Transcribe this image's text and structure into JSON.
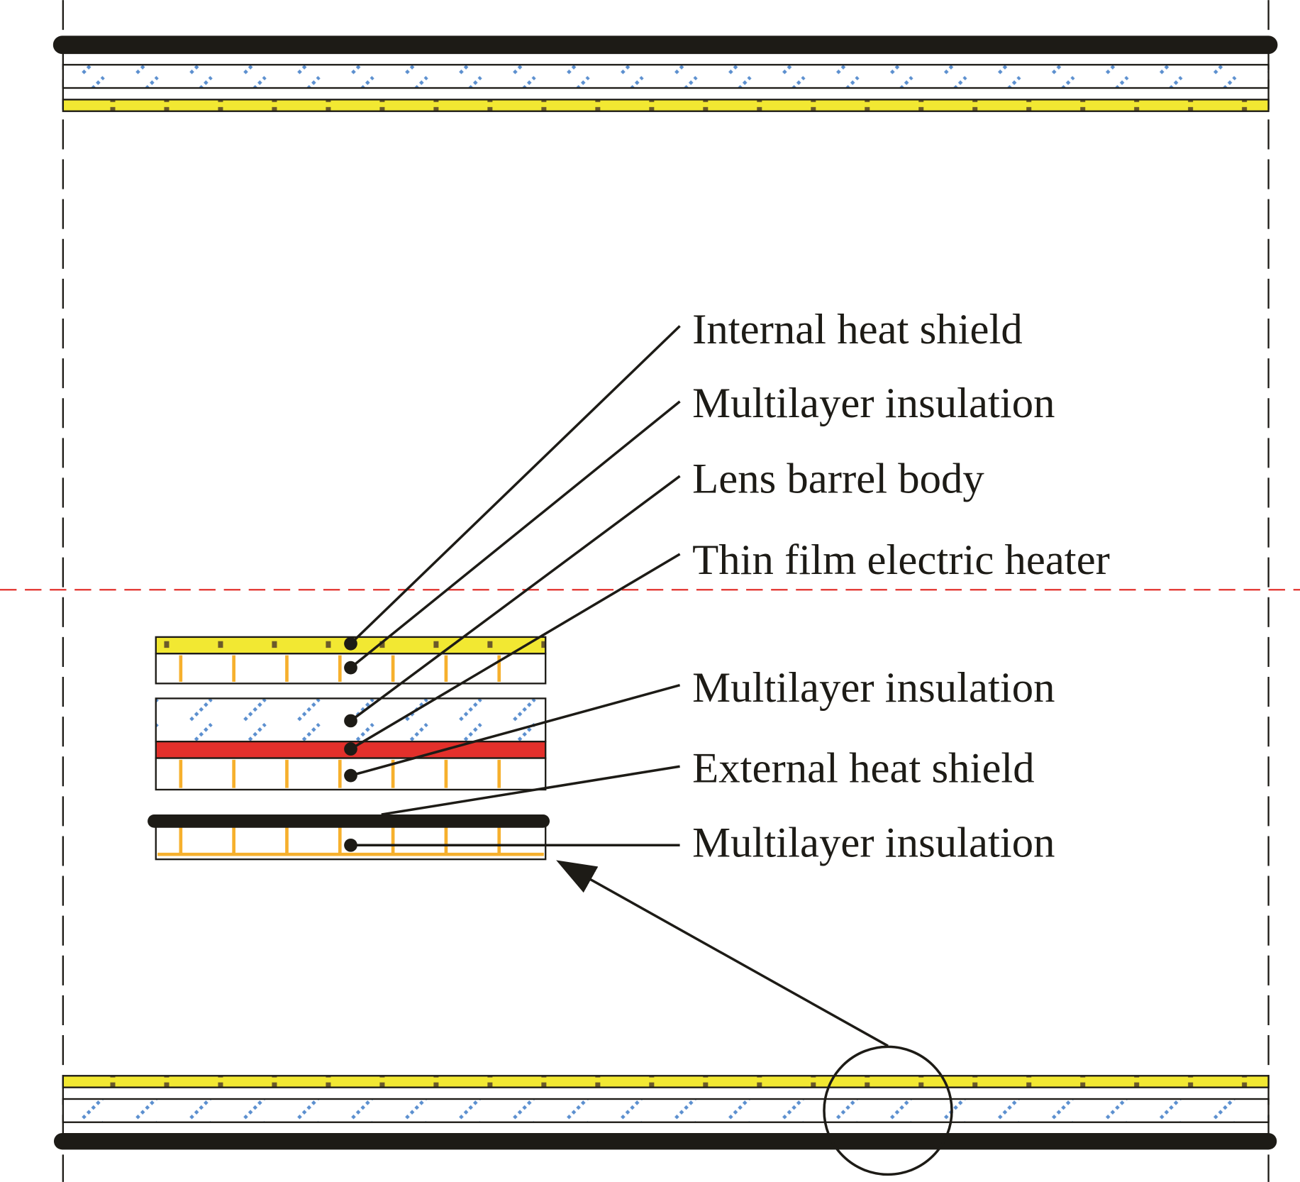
{
  "diagram": {
    "title": "Lens barrel thermal control layers (cross-section)",
    "labels": {
      "internal_heat_shield": "Internal heat shield",
      "mli_1": "Multilayer insulation",
      "lens_barrel_body": "Lens barrel body",
      "thin_film_heater": "Thin film electric heater",
      "mli_2": "Multilayer insulation",
      "external_heat_shield": "External heat shield",
      "mli_3": "Multilayer insulation"
    },
    "colors": {
      "internal_heat_shield": "#f2e832",
      "heater": "#e3302b",
      "mli": "#f6b02d",
      "barrel_hatch": "#5b8fcf",
      "external_heat_shield": "#1d1b16",
      "axis_line": "#e3302b"
    }
  }
}
